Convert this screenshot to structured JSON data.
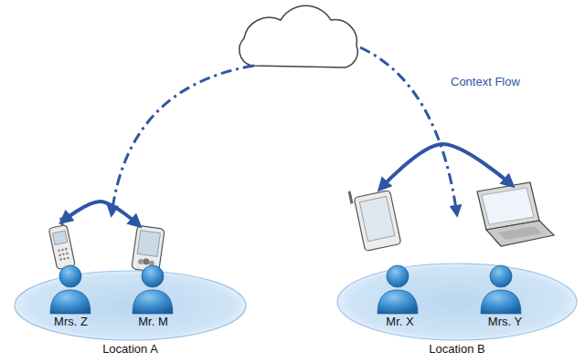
{
  "diagram": {
    "nodes": [
      {
        "text": [
          "Location A"
        ]
      },
      {
        "text": [
          "Mrs. Z"
        ],
        "in": 0
      },
      {
        "text": [
          "Mr. M"
        ],
        "in": 0
      },
      {
        "text": [
          "Location B"
        ]
      },
      {
        "text": [
          "Mr. X"
        ],
        "in": 3
      },
      {
        "text": [
          "Mrs. Y"
        ],
        "in": 3
      }
    ],
    "edges": [
      {
        "from": 1,
        "to": 2,
        "arrow": "both"
      },
      {
        "from": 4,
        "to": 5,
        "arrow": "both"
      }
    ],
    "labels": [
      "Context Flow"
    ]
  }
}
